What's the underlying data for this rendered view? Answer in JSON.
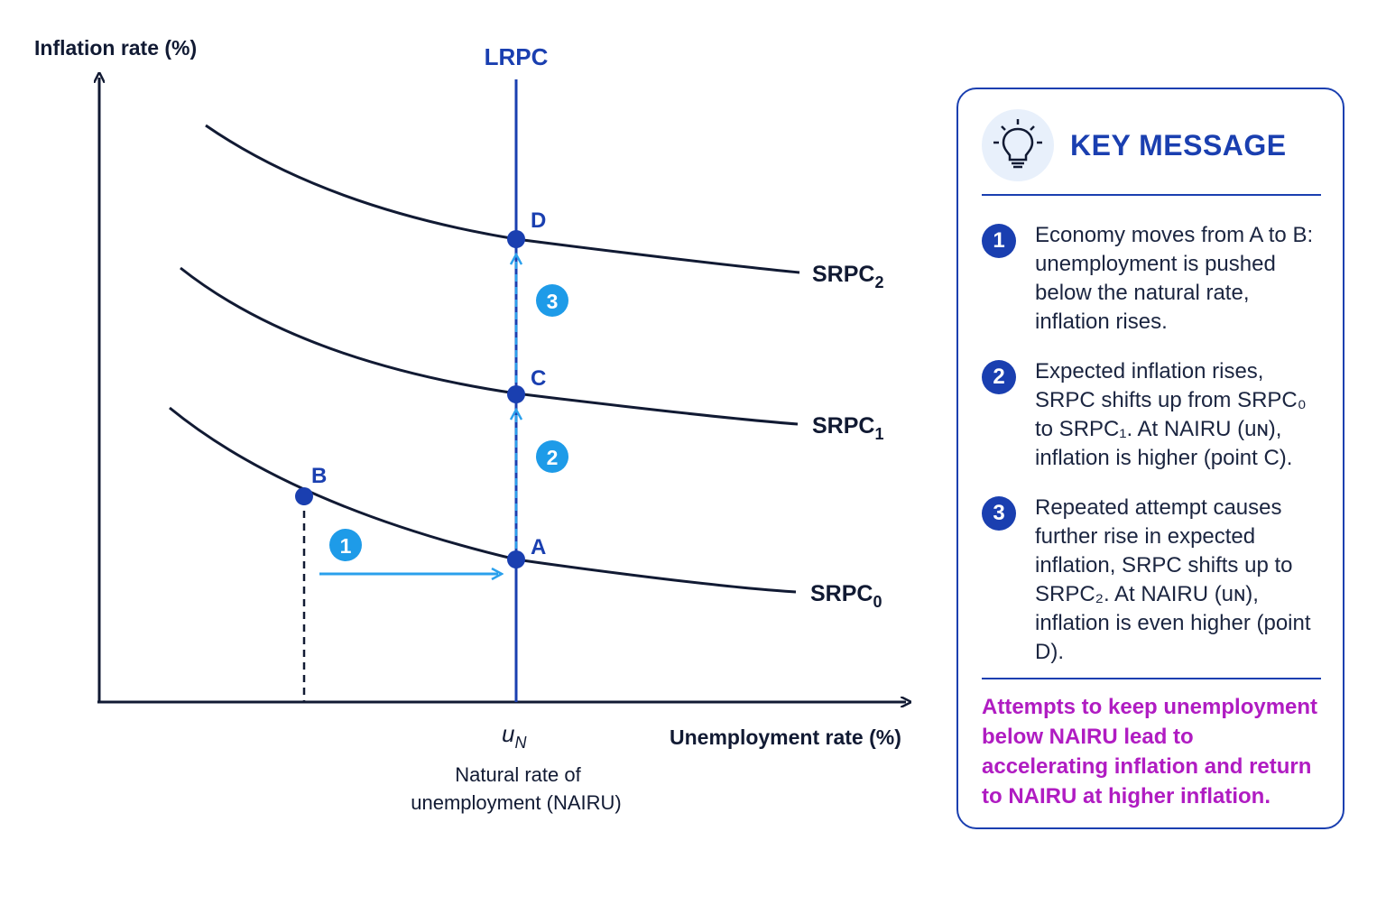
{
  "colors": {
    "axis": "#111a33",
    "curve": "#111a33",
    "lrpc": "#1a3fb0",
    "point": "#1a3fb0",
    "step_marker": "#1e9be8",
    "step_arrow": "#2aa0ec",
    "panel_border": "#1a3fb0",
    "conclusion_text": "#b01cc2"
  },
  "diagram": {
    "y_axis_label": "Inflation rate (%)",
    "x_axis_label": "Unemployment rate (%)",
    "lrpc_label": "LRPC",
    "u_symbol": "u",
    "u_subscript": "N",
    "natural_rate_line1": "Natural rate of",
    "natural_rate_line2": "unemployment (NAIRU)",
    "curves": [
      {
        "name": "SRPC",
        "subscript": "0"
      },
      {
        "name": "SRPC",
        "subscript": "1"
      },
      {
        "name": "SRPC",
        "subscript": "2"
      }
    ],
    "points": {
      "a": "A",
      "b": "B",
      "c": "C",
      "d": "D"
    },
    "steps": [
      "1",
      "2",
      "3"
    ]
  },
  "panel": {
    "icon": "lightbulb-icon",
    "title": "KEY MESSAGE",
    "items": [
      {
        "num": "1",
        "text": "Economy moves from A to B: unemployment is pushed below the natural rate, inflation rises."
      },
      {
        "num": "2",
        "text": "Expected inflation rises, SRPC shifts up from SRPC₀ to SRPC₁. At NAIRU (uɴ), inflation is higher (point C)."
      },
      {
        "num": "3",
        "text": "Repeated attempt causes further rise in expected inflation, SRPC shifts up to SRPC₂. At NAIRU (uɴ), inflation is even higher (point D)."
      }
    ],
    "conclusion": "Attempts to keep unemployment below NAIRU lead to accelerating inflation and return to NAIRU at higher inflation."
  }
}
